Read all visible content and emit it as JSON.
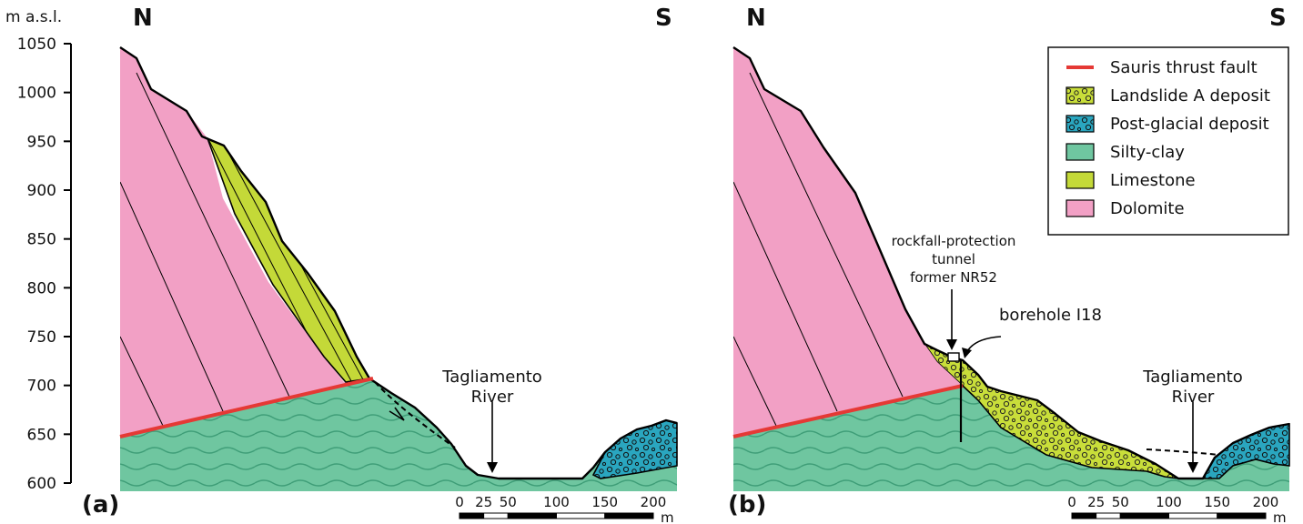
{
  "figure": {
    "y_axis_label": "m a.s.l.",
    "y_ticks": [
      "1050",
      "1000",
      "950",
      "900",
      "850",
      "800",
      "750",
      "700",
      "650",
      "600"
    ],
    "colors": {
      "dolomite": "#f2a0c5",
      "limestone": "#c4d938",
      "silty_clay": "#6fc6a0",
      "post_glacial": "#2aa6bf",
      "landslide": "#c9de3a",
      "thrust": "#e53935"
    }
  },
  "panel_a": {
    "label": "(a)",
    "north": "N",
    "south": "S",
    "river_label_line1": "Tagliamento",
    "river_label_line2": "River",
    "scale_ticks": [
      "0",
      "25",
      "50",
      "100",
      "150",
      "200"
    ],
    "scale_unit": "m"
  },
  "panel_b": {
    "label": "(b)",
    "north": "N",
    "south": "S",
    "river_label_line1": "Tagliamento",
    "river_label_line2": "River",
    "tunnel_line1": "rockfall-protection",
    "tunnel_line2": "tunnel",
    "tunnel_line3": "former NR52",
    "borehole": "borehole I18",
    "scale_ticks": [
      "0",
      "25",
      "50",
      "100",
      "150",
      "200"
    ],
    "scale_unit": "m"
  },
  "legend": [
    {
      "label": "Sauris thrust fault",
      "kind": "line",
      "color": "#e53935"
    },
    {
      "label": "Landslide A deposit",
      "kind": "landslide",
      "color": "#c9de3a"
    },
    {
      "label": "Post-glacial deposit",
      "kind": "postglacial",
      "color": "#2aa6bf"
    },
    {
      "label": "Silty-clay",
      "kind": "clay",
      "color": "#6fc6a0"
    },
    {
      "label": "Limestone",
      "kind": "limestone",
      "color": "#c4d938"
    },
    {
      "label": "Dolomite",
      "kind": "dolomite",
      "color": "#f2a0c5"
    }
  ]
}
